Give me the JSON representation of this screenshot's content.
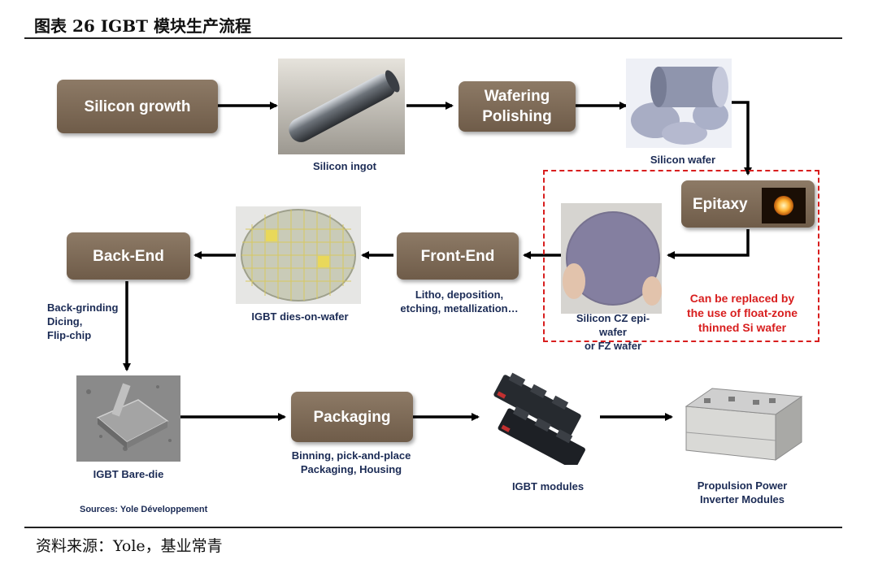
{
  "title": "图表 26 IGBT 模块生产流程",
  "source": "资料来源：Yole，基业常青",
  "boxes": {
    "silicon_growth": "Silicon growth",
    "wafering": "Wafering\nPolishing",
    "epitaxy": "Epitaxy",
    "front_end": "Front-End",
    "back_end": "Back-End",
    "packaging": "Packaging"
  },
  "captions": {
    "silicon_ingot": "Silicon ingot",
    "silicon_wafer": "Silicon wafer",
    "cz_wafer": "Silicon CZ epi-\nwafer\nor FZ wafer",
    "replace_note": "Can be replaced by\nthe use of float-zone\nthinned Si wafer",
    "front_end_steps": "Litho, deposition,\netching, metallization…",
    "dies_on_wafer": "IGBT dies-on-wafer",
    "back_end_steps": "Back-grinding\nDicing,\nFlip-chip",
    "bare_die": "IGBT Bare-die",
    "packaging_steps": "Binning, pick-and-place\nPackaging, Housing",
    "igbt_modules": "IGBT modules",
    "inverter_modules": "Propulsion Power\nInverter Modules",
    "sources": "Sources: Yole Développement"
  },
  "icons": [
    "ingot-image",
    "wafer-stack-image",
    "epitaxy-glow-icon",
    "cz-wafer-image",
    "dies-wafer-image",
    "bare-die-image",
    "igbt-module-image",
    "inverter-module-image"
  ]
}
